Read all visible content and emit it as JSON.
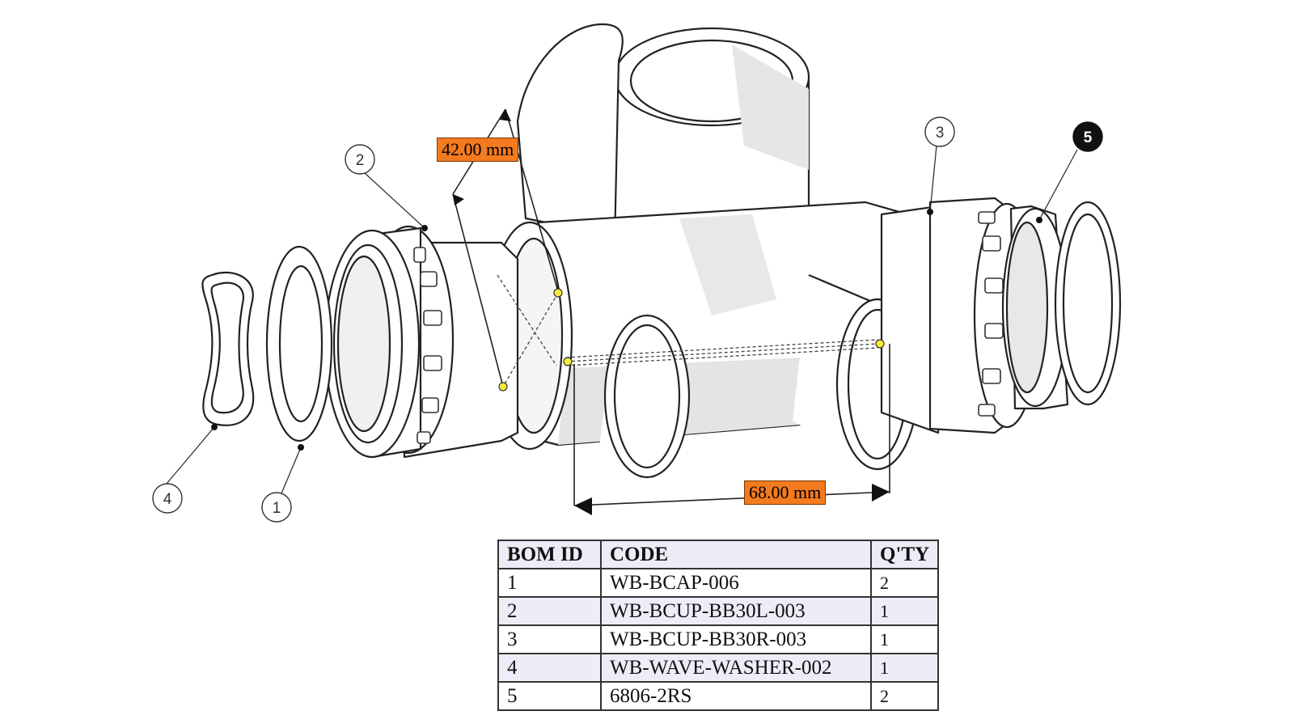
{
  "dimensions": {
    "bore_diameter": "42.00 mm",
    "shell_width": "68.00 mm"
  },
  "balloons": [
    {
      "id": "1"
    },
    {
      "id": "2"
    },
    {
      "id": "3"
    },
    {
      "id": "4"
    },
    {
      "id": "5"
    }
  ],
  "colors": {
    "dimension_label": "#f47a1f",
    "table_shade": "#ededf8",
    "measure_point": "#f5ec3a"
  },
  "bom": {
    "headers": [
      "BOM ID",
      "CODE",
      "Q'TY"
    ],
    "rows": [
      {
        "id": "1",
        "code": "WB-BCAP-006",
        "qty": "2"
      },
      {
        "id": "2",
        "code": "WB-BCUP-BB30L-003",
        "qty": "1"
      },
      {
        "id": "3",
        "code": "WB-BCUP-BB30R-003",
        "qty": "1"
      },
      {
        "id": "4",
        "code": "WB-WAVE-WASHER-002",
        "qty": "1"
      },
      {
        "id": "5",
        "code": "6806-2RS",
        "qty": "2"
      }
    ]
  }
}
